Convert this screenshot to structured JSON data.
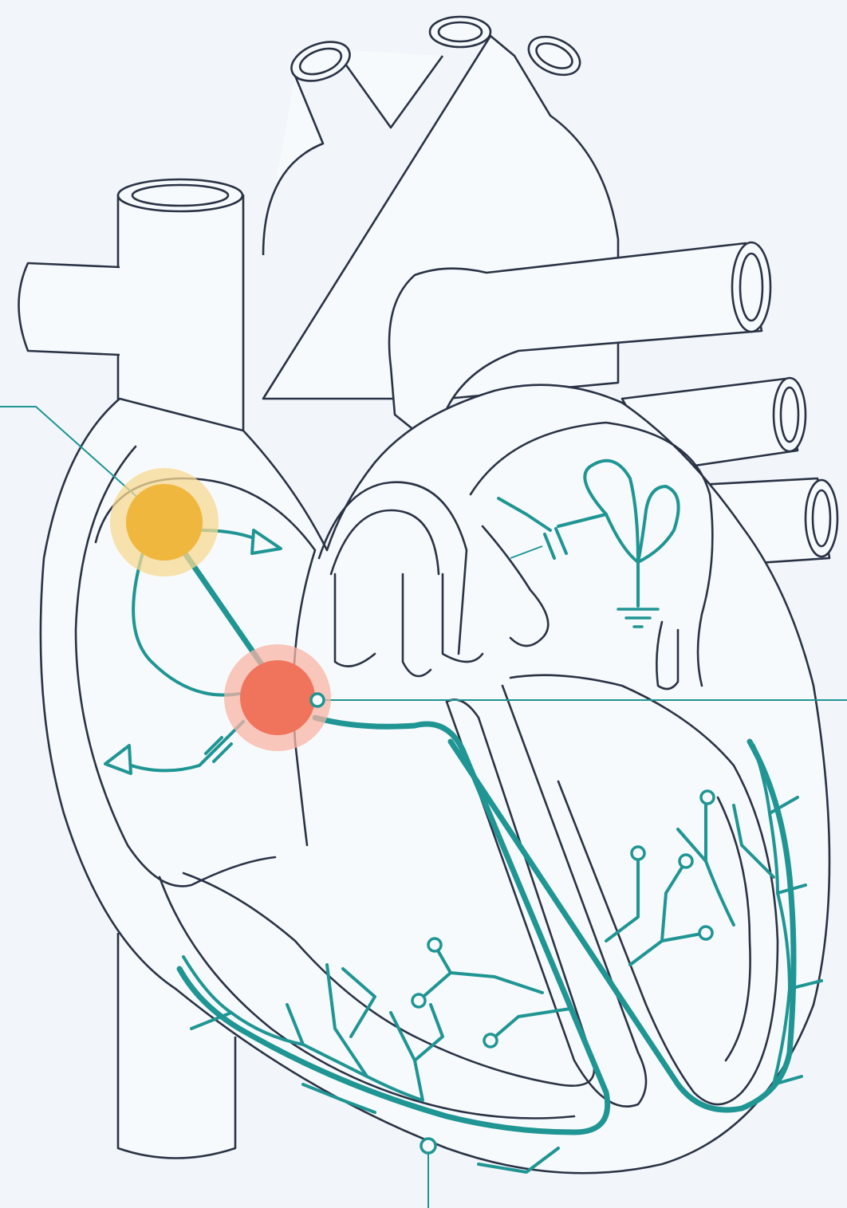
{
  "diagram": {
    "colors": {
      "background": "#f2f6fa",
      "outline": "#2a3346",
      "conduction": "#1f9594",
      "sa_node": "#f0b73f",
      "sa_halo": "#f7d892",
      "av_node": "#f0735c",
      "av_halo": "#f8b4a6"
    },
    "nodes": [
      {
        "id": "sa-node",
        "color_key": "sa_node"
      },
      {
        "id": "av-node",
        "color_key": "av_node"
      }
    ],
    "icons": [
      "capacitor-icon",
      "ground-icon",
      "arrow-head-icon"
    ]
  }
}
